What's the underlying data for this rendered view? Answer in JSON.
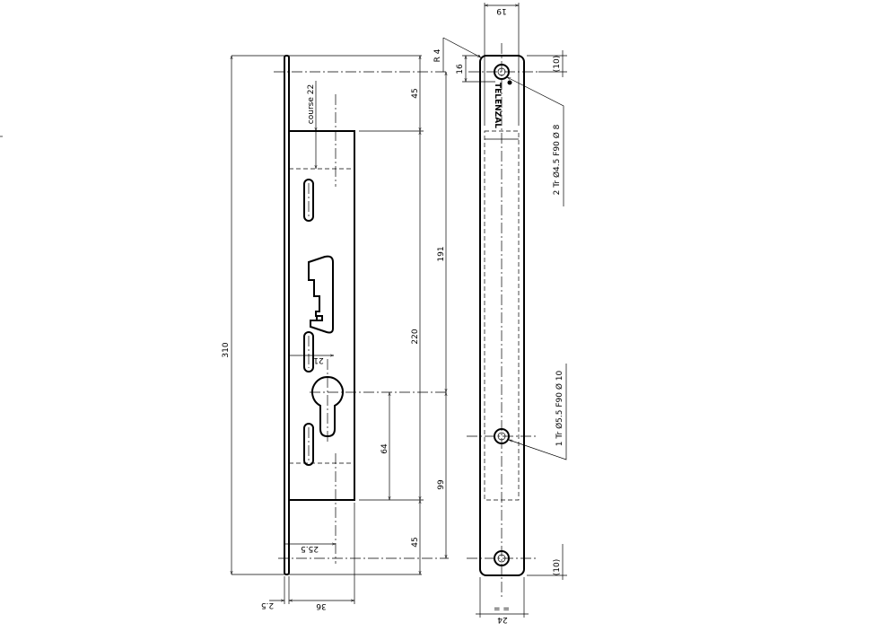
{
  "front_view": {
    "dims": {
      "total_height": "310",
      "top_to_case": "45",
      "case_height": "220",
      "case_to_bottom": "45",
      "screw_to_cylinder": "191",
      "cylinder_to_screw": "99",
      "cylinder_to_case_bottom": "64",
      "stroke": "course 22",
      "slot_offset": "21",
      "backset": "25.5",
      "plate_thickness": "2.5",
      "case_depth": "36"
    }
  },
  "side_view": {
    "dims": {
      "plate_width": "19",
      "radius": "R 4",
      "top_offset": "16",
      "hole_top_offset": "(10)",
      "hole_bottom_offset": "(10)",
      "strip_width": "24",
      "equal_marks": "= ="
    },
    "notes": {
      "end_holes": "2 Tr Ø4.5 F90 Ø 8",
      "center_hole": "1 Tr Ø5.5 F90 Ø 10"
    },
    "logo_text": "TELENZAL"
  }
}
